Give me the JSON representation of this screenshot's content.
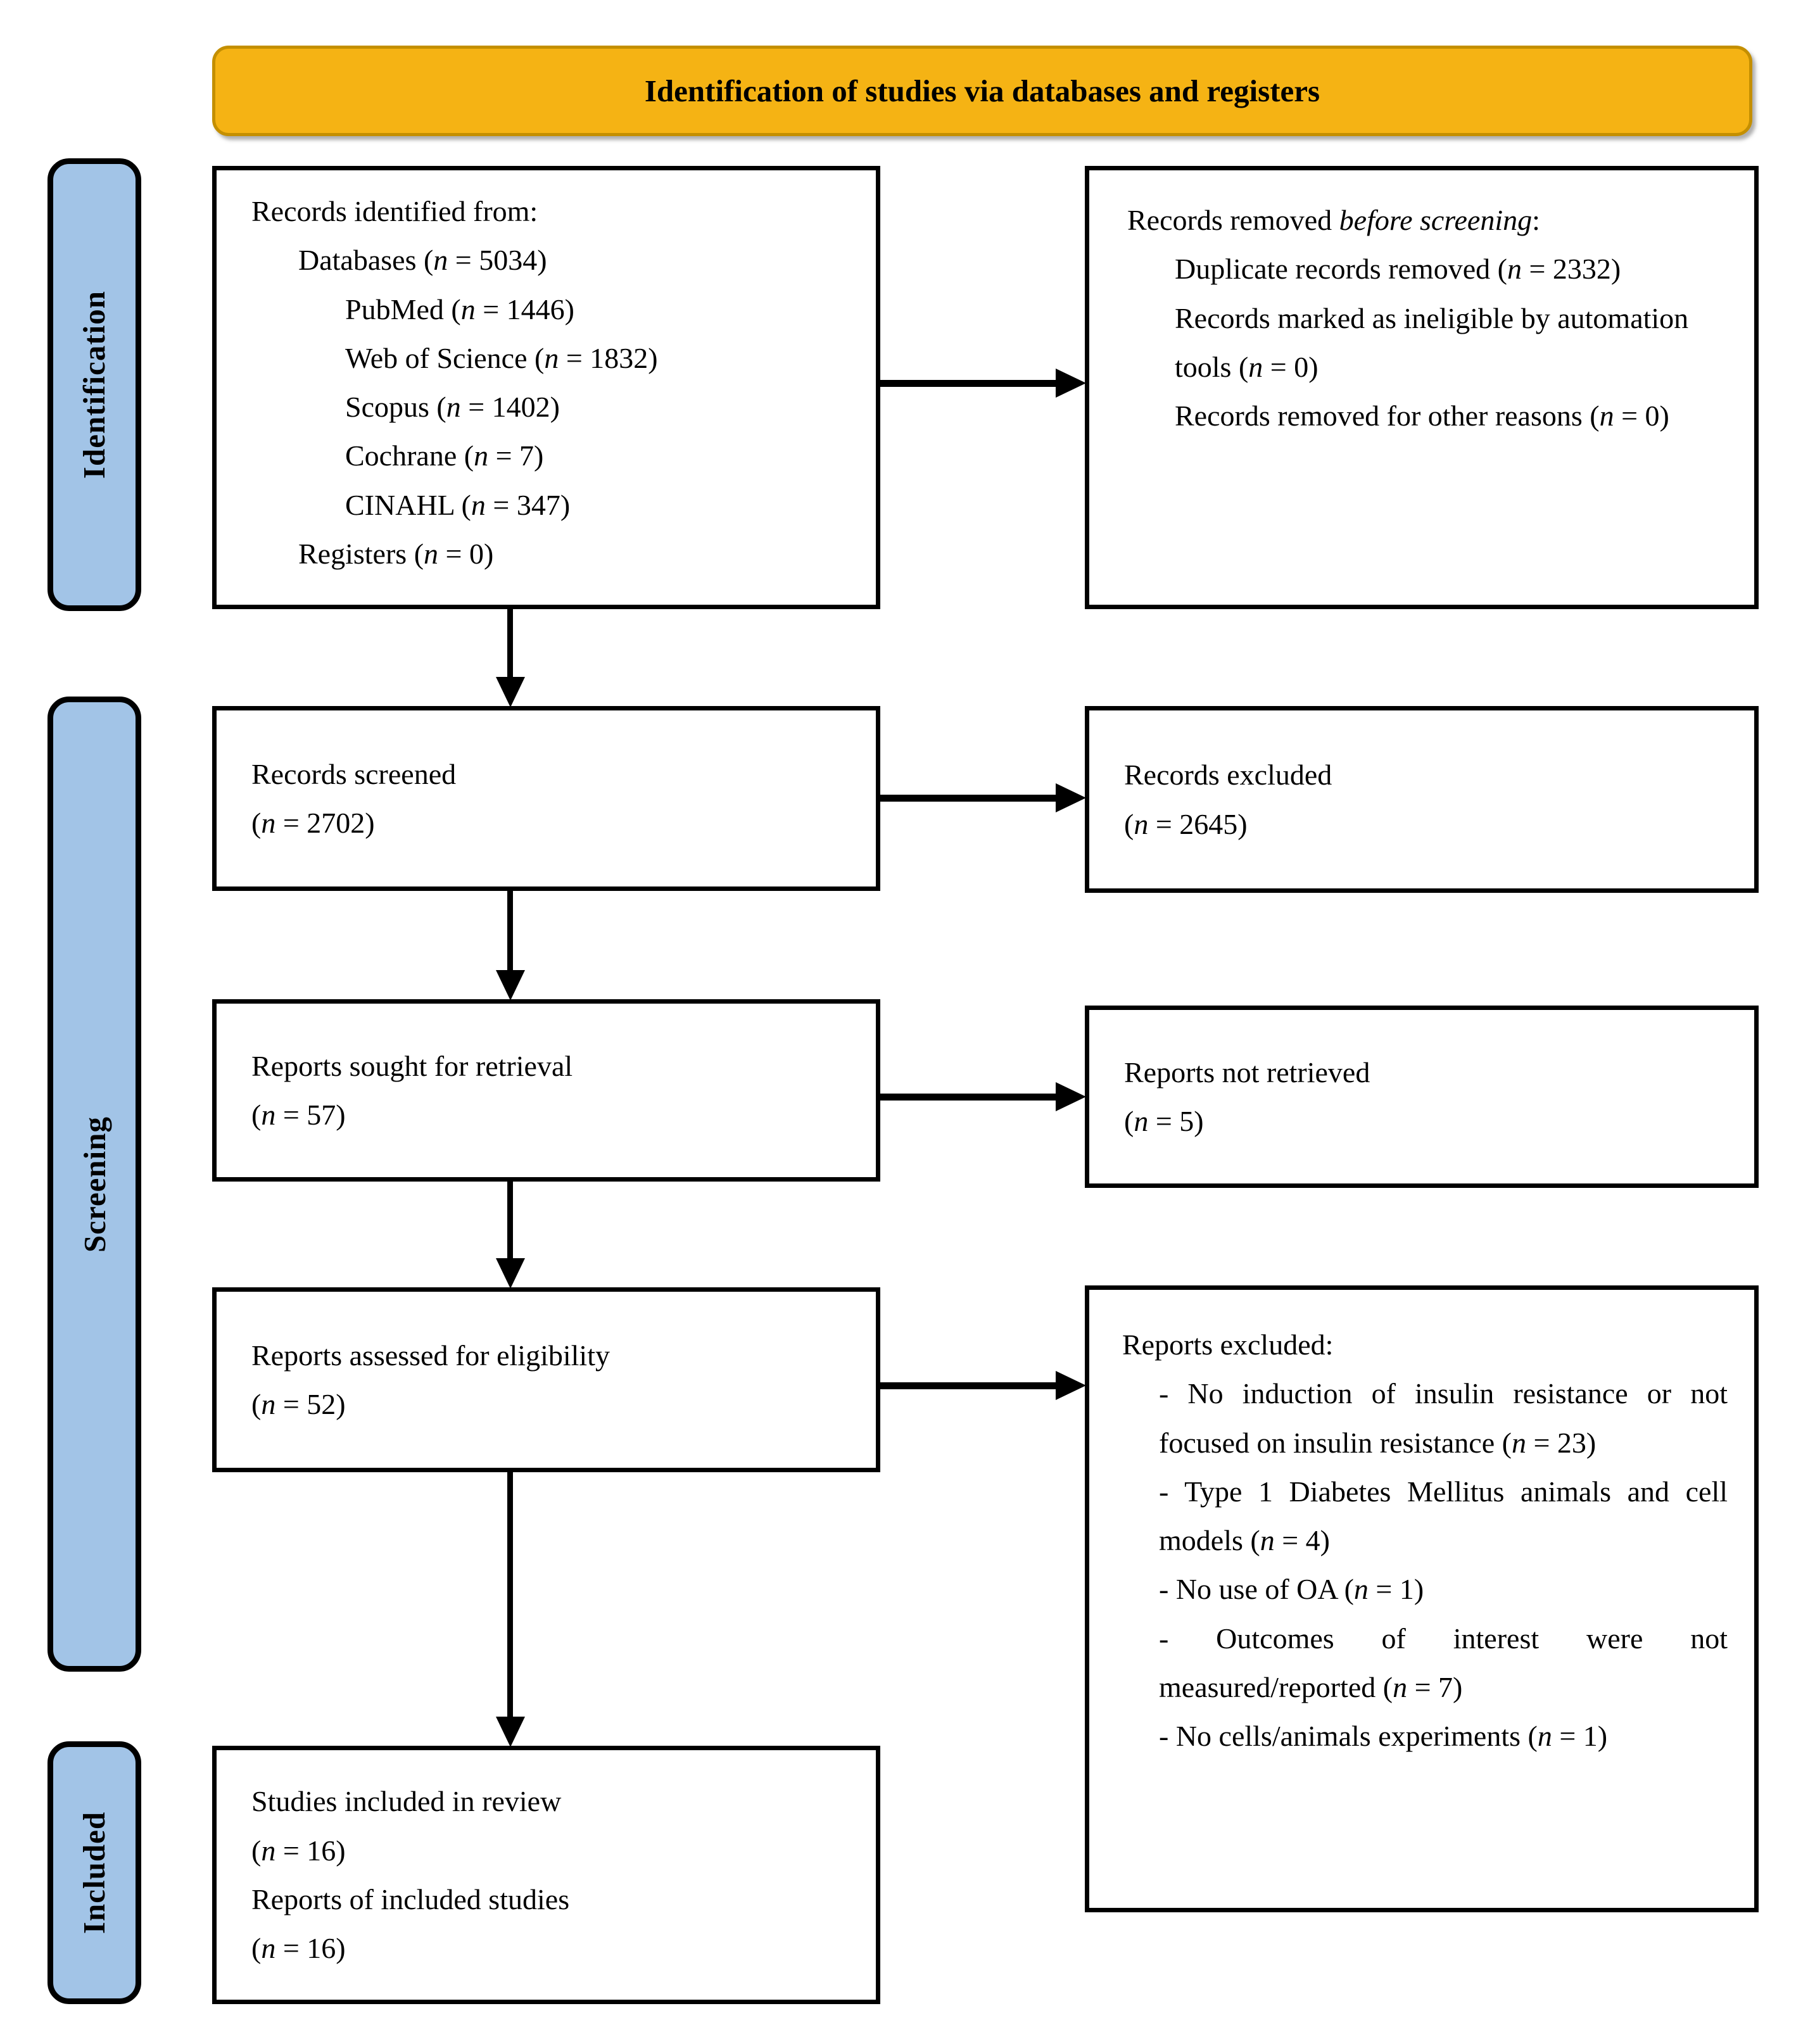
{
  "title": {
    "banner": "Identification of studies via databases and registers"
  },
  "sidebar": {
    "identification": "Identification",
    "screening": "Screening",
    "included": "Included"
  },
  "boxes": {
    "identified": {
      "l1": "Records identified from:",
      "l2": "Databases (n = 5034)",
      "l3": "PubMed (n = 1446)",
      "l4": "Web of Science (n = 1832)",
      "l5": "Scopus (n = 1402)",
      "l6": "Cochrane (n = 7)",
      "l7": "CINAHL (n = 347)",
      "l8": "Registers (n = 0)"
    },
    "removed": {
      "head_pre": "Records removed ",
      "head_italic": "before screening",
      "head_post": ":",
      "i1": "Duplicate records removed (n = 2332)",
      "i2": "Records marked as ineligible by automation tools (n = 0)",
      "i3": "Records removed for other reasons (n = 0)"
    },
    "screened": {
      "l1": "Records screened",
      "l2": "(n = 2702)"
    },
    "excluded": {
      "l1": "Records excluded",
      "l2": "(n = 2645)"
    },
    "sought": {
      "l1": "Reports sought for retrieval",
      "l2": "(n = 57)"
    },
    "not_retrieved": {
      "l1": "Reports not retrieved",
      "l2": "(n = 5)"
    },
    "assessed": {
      "l1": "Reports assessed for eligibility",
      "l2": "(n = 52)"
    },
    "reports_excluded": {
      "head": "Reports excluded:",
      "i1": "- No induction of insulin resistance or not focused on insulin resistance (n = 23)",
      "i2": "- Type 1 Diabetes Mellitus animals and cell models (n = 4)",
      "i3": "- No use of OA (n = 1)",
      "i4": "- Outcomes of interest were not measured/reported (n = 7)",
      "i5": "- No cells/animals experiments (n = 1)"
    },
    "included_box": {
      "l1": "Studies included in review",
      "l2": "(n = 16)",
      "l3": "Reports of included studies",
      "l4": "(n = 16)"
    }
  },
  "colors": {
    "banner_fill": "#F5B314",
    "banner_border": "#C48F00",
    "sidebar_fill": "#A2C4E7",
    "box_border": "#000000",
    "arrow": "#000000",
    "background": "#FFFFFF",
    "text": "#000000"
  }
}
